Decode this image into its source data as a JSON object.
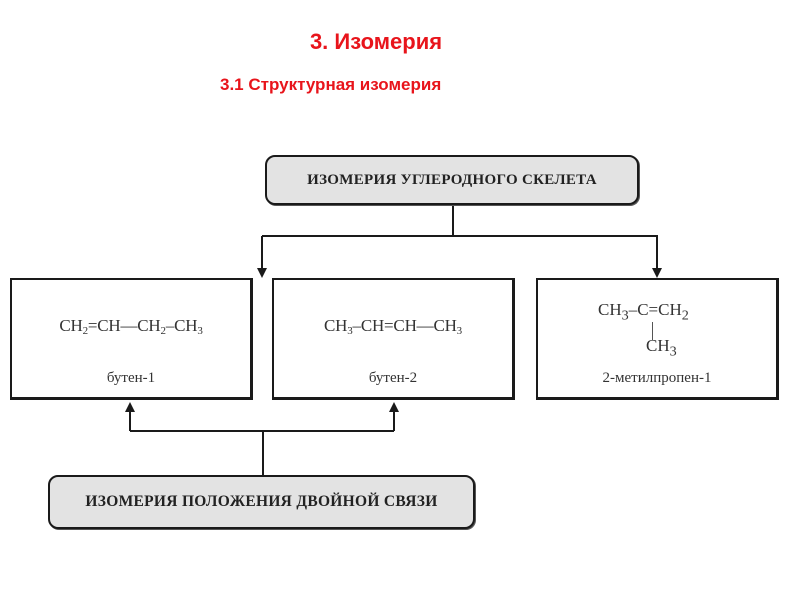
{
  "slide": {
    "title": "3. Изомерия",
    "subtitle": "3.1 Структурная изомерия"
  },
  "categories": {
    "skeleton": "ИЗОМЕРИЯ УГЛЕРОДНОГО СКЕЛЕТА",
    "double_bond": "ИЗОМЕРИЯ ПОЛОЖЕНИЯ ДВОЙНОЙ СВЯЗИ"
  },
  "isomers": [
    {
      "formula_parts": [
        [
          "CH",
          "2"
        ],
        [
          "=CH—CH",
          "2"
        ],
        [
          "–CH",
          "3"
        ]
      ],
      "name": "бутен-1"
    },
    {
      "formula_parts": [
        [
          "CH",
          "3"
        ],
        [
          "–CH=CH—CH",
          "3"
        ]
      ],
      "name": "бутен-2"
    },
    {
      "formula_main": [
        [
          "CH",
          "3"
        ],
        [
          "–C=CH",
          "2"
        ]
      ],
      "formula_branch": [
        [
          "CH",
          "3"
        ]
      ],
      "name": "2-метилпропен-1"
    }
  ],
  "colors": {
    "title": "#e8141b",
    "category_fill": "#e3e3e3",
    "line": "#1a1a1a"
  }
}
